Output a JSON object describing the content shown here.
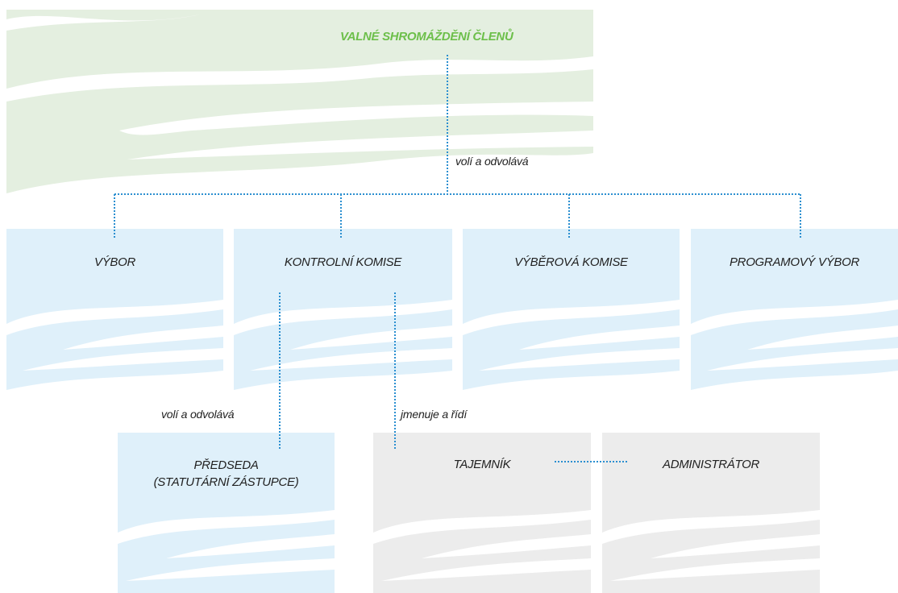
{
  "colors": {
    "general_assembly_fill": "#e4efe0",
    "general_assembly_title": "#6cbf4a",
    "body_fill": "#dff0fa",
    "staff_fill": "#ececec",
    "connector": "#2b8fd0",
    "text": "#222222"
  },
  "general_assembly": {
    "title": "VALNÉ SHROMÁŽDĚNÍ ČLENŮ"
  },
  "labels": {
    "elects_top": "volí a odvolává",
    "elects_chair": "volí a odvolává",
    "appoints": "jmenuje a řídí"
  },
  "bodies": [
    {
      "name": "VÝBOR"
    },
    {
      "name": "KONTROLNÍ KOMISE"
    },
    {
      "name": "VÝBĚROVÁ KOMISE"
    },
    {
      "name": "PROGRAMOVÝ VÝBOR"
    }
  ],
  "chair": {
    "line1": "PŘEDSEDA",
    "line2": "(STATUTÁRNÍ ZÁSTUPCE)"
  },
  "staff": [
    {
      "name": "TAJEMNÍK"
    },
    {
      "name": "ADMINISTRÁTOR"
    }
  ]
}
